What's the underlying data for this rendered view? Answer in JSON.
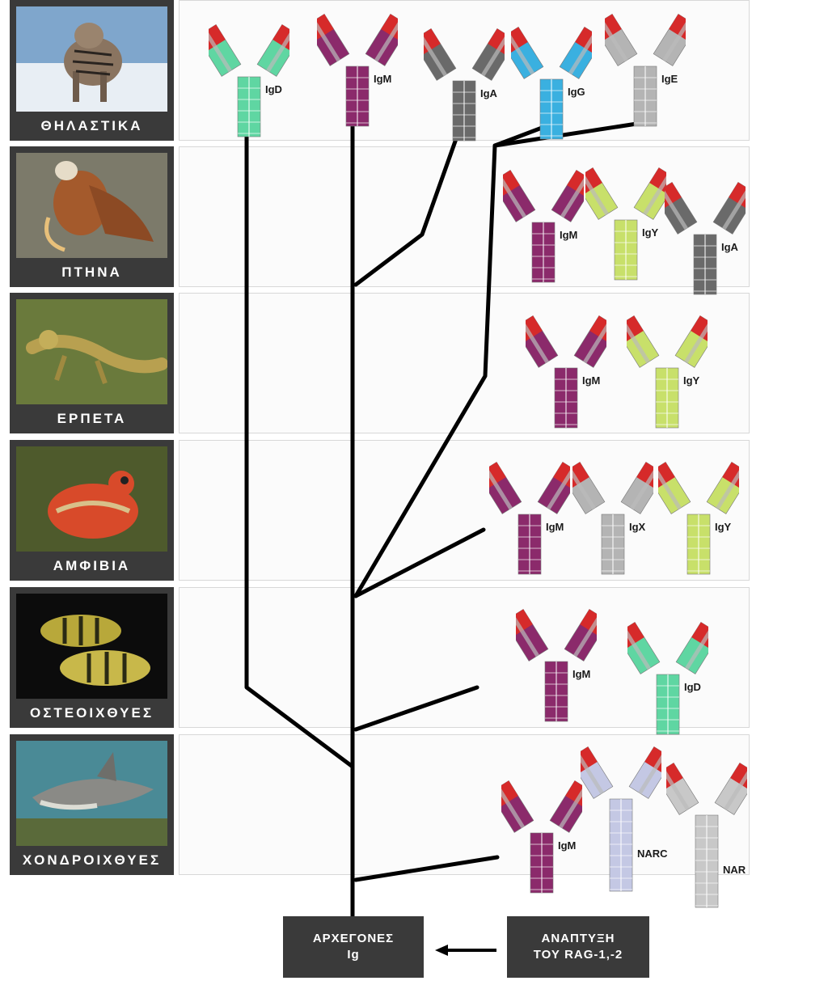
{
  "groups": [
    {
      "id": "mammals",
      "label": "ΘΗΛΑΣΤΙΚΑ",
      "antibodies": [
        {
          "name": "IgD",
          "stem_color": "#5fd6a2"
        },
        {
          "name": "IgM",
          "stem_color": "#8b2a6b"
        },
        {
          "name": "IgA",
          "stem_color": "#6a6a6a"
        },
        {
          "name": "IgG",
          "stem_color": "#3ab0e0"
        },
        {
          "name": "IgE",
          "stem_color": "#b4b4b4"
        }
      ]
    },
    {
      "id": "birds",
      "label": "ΠΤΗΝΑ",
      "antibodies": [
        {
          "name": "IgM",
          "stem_color": "#8b2a6b"
        },
        {
          "name": "IgY",
          "stem_color": "#c8e06a"
        },
        {
          "name": "IgA",
          "stem_color": "#6a6a6a"
        }
      ]
    },
    {
      "id": "reptiles",
      "label": "ΕΡΠΕΤΑ",
      "antibodies": [
        {
          "name": "IgM",
          "stem_color": "#8b2a6b"
        },
        {
          "name": "IgY",
          "stem_color": "#c8e06a"
        }
      ]
    },
    {
      "id": "amphibians",
      "label": "ΑΜΦΙΒΙΑ",
      "antibodies": [
        {
          "name": "IgM",
          "stem_color": "#8b2a6b"
        },
        {
          "name": "IgX",
          "stem_color": "#b4b4b4"
        },
        {
          "name": "IgY",
          "stem_color": "#c8e06a"
        }
      ]
    },
    {
      "id": "bony-fish",
      "label": "ΟΣΤΕΟΙΧΘΥΕΣ",
      "antibodies": [
        {
          "name": "IgM",
          "stem_color": "#8b2a6b"
        },
        {
          "name": "IgD",
          "stem_color": "#5fd6a2"
        }
      ]
    },
    {
      "id": "cartilaginous-fish",
      "label": "ΧΟΝΔΡΟΙΧΘΥΕΣ",
      "antibodies": [
        {
          "name": "IgM",
          "stem_color": "#8b2a6b"
        },
        {
          "name": "NARC",
          "stem_color": "#c4c8e4"
        },
        {
          "name": "NAR",
          "stem_color": "#c8c8c8"
        }
      ]
    }
  ],
  "origin_box": {
    "line1": "ΑΡΧΕΓΟΝΕΣ",
    "line2": "Ig"
  },
  "rag_box": {
    "line1": "ΑΝΑΠΤΥΞΗ",
    "line2": "ΤΟΥ RAG-1,-2"
  },
  "colors": {
    "tip": "#d62a2a",
    "tile_bg": "#3a3a3a",
    "tree": "#000000",
    "panel_border": "#d8d8d8"
  }
}
